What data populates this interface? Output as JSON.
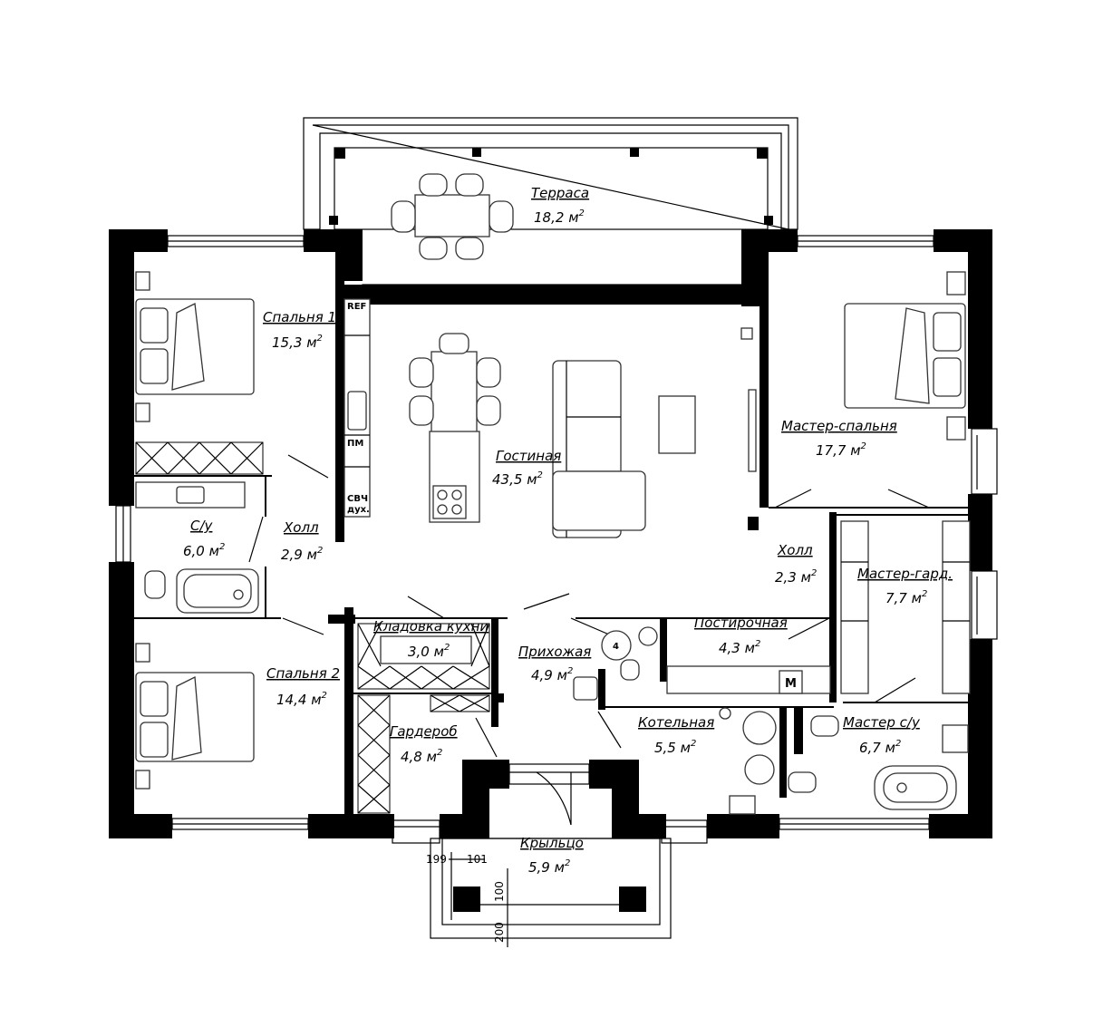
{
  "rooms": [
    {
      "name": "Терраса",
      "area": "18,2"
    },
    {
      "name": "Спальня 1",
      "area": "15,3"
    },
    {
      "name": "Гостиная",
      "area": "43,5"
    },
    {
      "name": "Мастер-спальня",
      "area": "17,7"
    },
    {
      "name": "С/у",
      "area": "6,0"
    },
    {
      "name": "Холл",
      "area": "2,9"
    },
    {
      "name": "Холл",
      "area": "2,3"
    },
    {
      "name": "Мастер-гард.",
      "area": "7,7"
    },
    {
      "name": "Кладовка кухни",
      "area": "3,0"
    },
    {
      "name": "Постирочная",
      "area": "4,3"
    },
    {
      "name": "Прихожая",
      "area": "4,9"
    },
    {
      "name": "Спальня 2",
      "area": "14,4"
    },
    {
      "name": "Котельная",
      "area": "5,5"
    },
    {
      "name": "Мастер с/у",
      "area": "6,7"
    },
    {
      "name": "Гардероб",
      "area": "4,8"
    },
    {
      "name": "Крыльцо",
      "area": "5,9"
    }
  ],
  "unit": "м",
  "unit_power": "2",
  "appliance_tags": {
    "ref": "REF",
    "dishwasher": "ПМ",
    "microwave": "СВЧ",
    "oven": "дух.",
    "washer": "М",
    "riser": "4"
  },
  "dimensions": {
    "d1": "199",
    "d2": "101",
    "d3": "100",
    "d4": "200"
  }
}
